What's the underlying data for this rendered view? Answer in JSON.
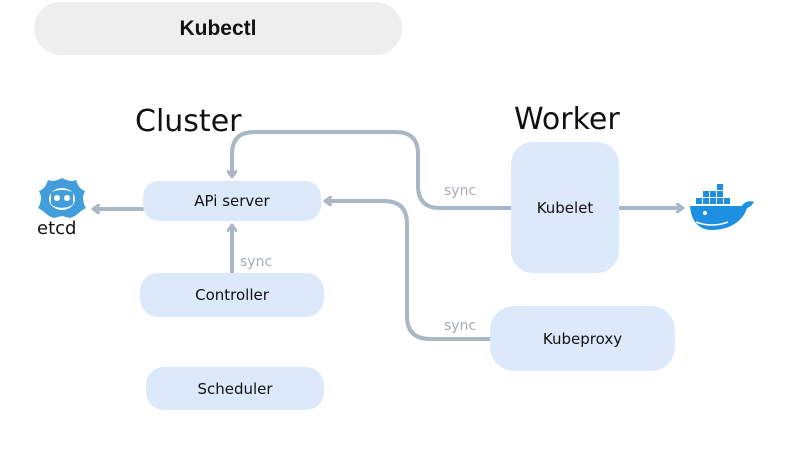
{
  "title": "Kubectl",
  "sections": {
    "cluster": "Cluster",
    "worker": "Worker"
  },
  "components": {
    "api_server": "APi server",
    "controller": "Controller",
    "scheduler": "Scheduler",
    "kubelet": "Kubelet",
    "kubeproxy": "Kubeproxy"
  },
  "edges": {
    "controller_to_api": "sync",
    "kubelet_to_api": "sync",
    "kubeproxy_to_api": "sync"
  },
  "logos": {
    "etcd": "etcd",
    "docker": "docker"
  },
  "colors": {
    "box_fill": "#dbe9fb",
    "arrow": "#a9b8c4",
    "title_fill": "#eeeeee",
    "etcd_blue": "#419eda",
    "docker_blue": "#1d8fe1"
  }
}
